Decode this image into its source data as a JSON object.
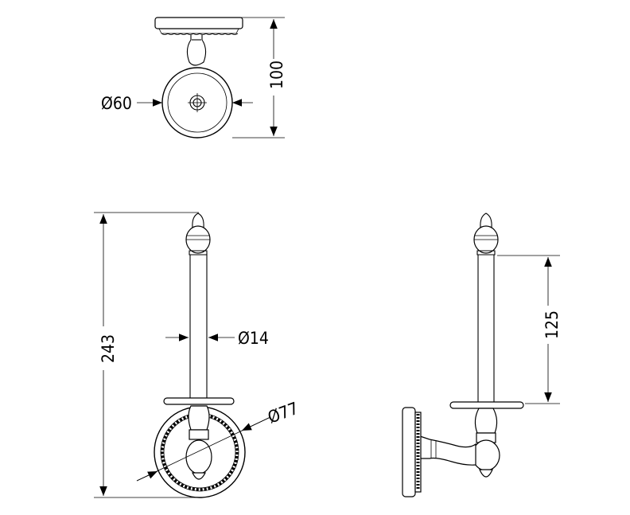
{
  "dimensions": {
    "top_diameter": "Ø60",
    "top_height": "100",
    "overall_height": "243",
    "rod_diameter": "Ø14",
    "rosette_diameter": "Ø77",
    "rod_length": "125"
  }
}
